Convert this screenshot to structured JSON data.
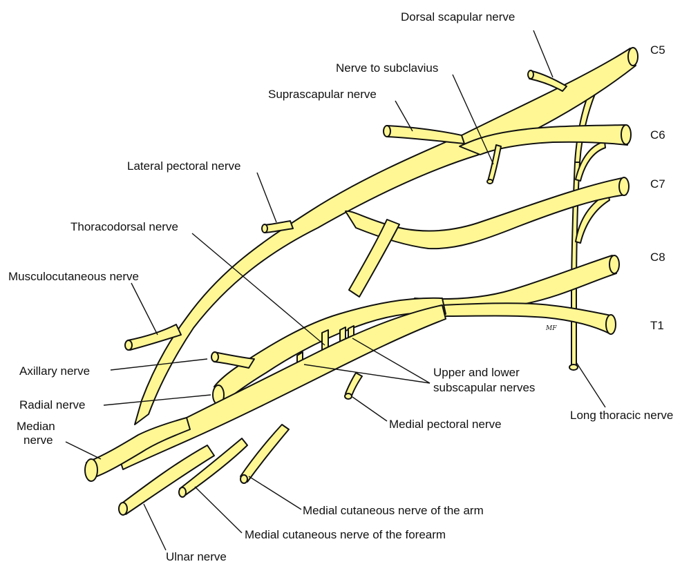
{
  "roots": [
    "C5",
    "C6",
    "C7",
    "C8",
    "T1"
  ],
  "labels": {
    "dorsal_scapular": "Dorsal scapular nerve",
    "nerve_to_subclavius": "Nerve to subclavius",
    "suprascapular": "Suprascapular nerve",
    "lateral_pectoral": "Lateral pectoral nerve",
    "thoracodorsal": "Thoracodorsal nerve",
    "musculocutaneous": "Musculocutaneous nerve",
    "axillary": "Axillary nerve",
    "radial": "Radial nerve",
    "median_line1": "Median",
    "median_line2": "nerve",
    "upper_lower_subscapular_line1": "Upper and lower",
    "upper_lower_subscapular_line2": "subscapular nerves",
    "medial_pectoral": "Medial pectoral nerve",
    "long_thoracic": "Long thoracic nerve",
    "medial_cutaneous_arm": "Medial cutaneous nerve of the arm",
    "medial_cutaneous_forearm": "Medial cutaneous nerve of the forearm",
    "ulnar": "Ulnar nerve"
  },
  "signature": "MF",
  "colors": {
    "nerve_fill": "#fef794",
    "outline": "#111111"
  }
}
